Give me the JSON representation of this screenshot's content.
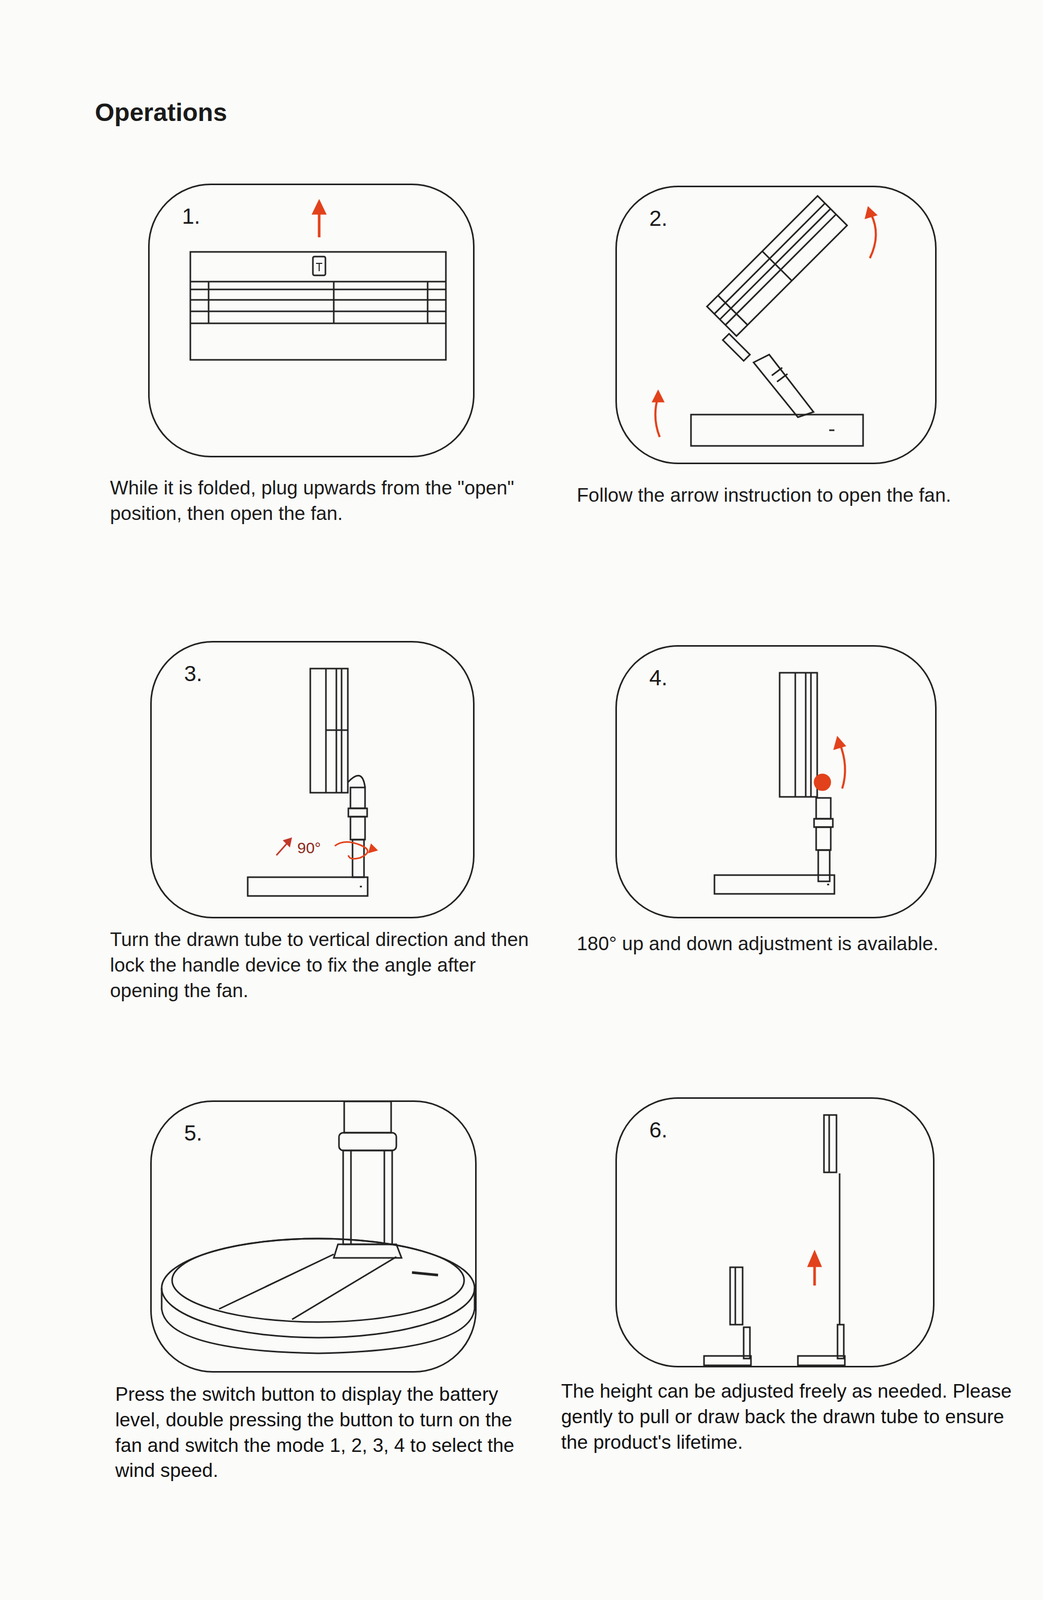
{
  "diagram": {
    "title": "Operations",
    "nodes": [
      {
        "text": [
          "1."
        ]
      },
      {
        "text": [
          "2."
        ]
      },
      {
        "text": [
          "3."
        ]
      },
      {
        "text": [
          "4."
        ]
      },
      {
        "text": [
          "5."
        ]
      },
      {
        "text": [
          "6."
        ]
      }
    ],
    "labels": [
      "While it is folded, plug upwards from the \"open\" position, then open the fan.",
      "Follow the arrow instruction to open the fan.",
      "90°",
      "Turn the drawn tube to vertical direction and then lock the handle device to fix the angle after opening the fan.",
      "180° up and down adjustment is available.",
      "Press the switch button to display the battery level, double pressing the button to turn on the fan and switch the mode 1, 2, 3, 4 to select the wind speed.",
      "The height can be adjusted freely as needed. Please gently to pull or draw back the drawn tube to ensure the product's lifetime."
    ]
  }
}
